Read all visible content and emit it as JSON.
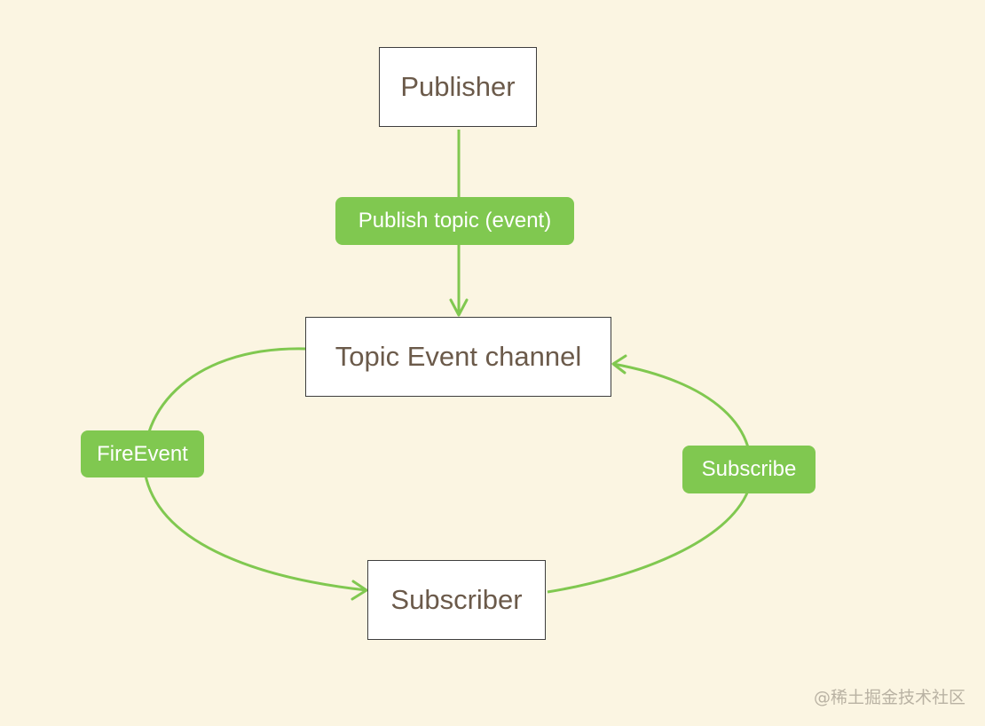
{
  "nodes": {
    "publisher": "Publisher",
    "topic_event_channel": "Topic Event channel",
    "subscriber": "Subscriber"
  },
  "edges": {
    "publish_topic": "Publish topic (event)",
    "fire_event": "FireEvent",
    "subscribe": "Subscribe"
  },
  "watermark": "@稀土掘金技术社区",
  "colors": {
    "background": "#fbf5e2",
    "connector": "#80c850",
    "label_fill": "#80c850",
    "node_text": "#6b5a4a",
    "node_border": "#3e3e3e"
  }
}
